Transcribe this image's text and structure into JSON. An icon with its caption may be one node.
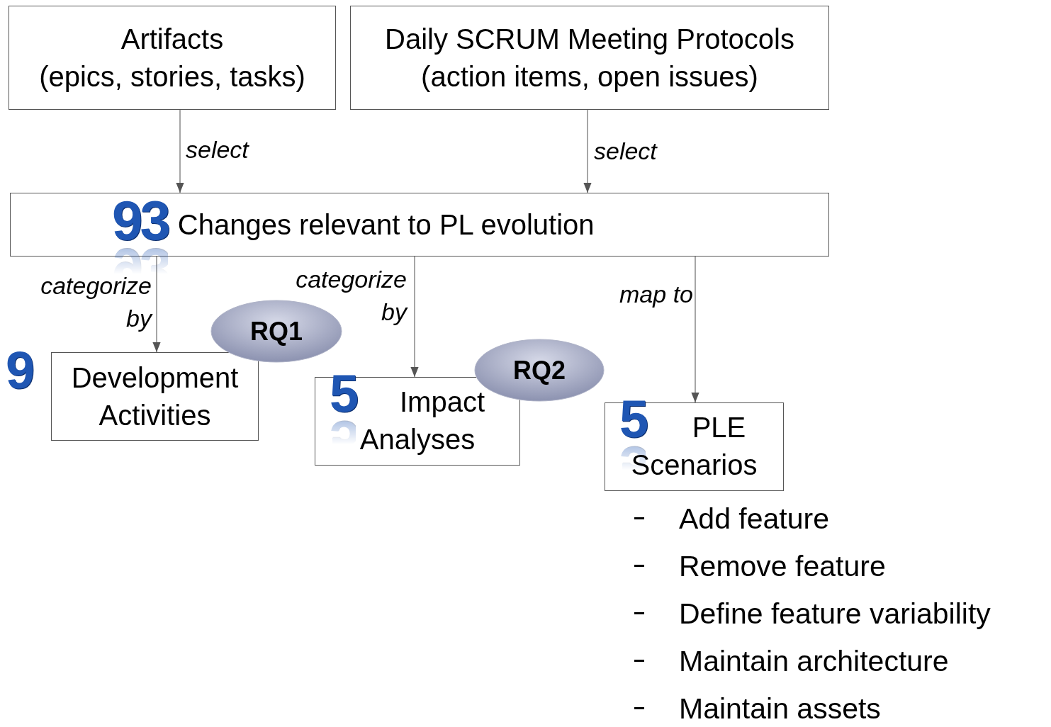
{
  "diagram": {
    "nodes": [
      {
        "text": [
          "Artifacts",
          "(epics, stories, tasks)"
        ]
      },
      {
        "text": [
          "Daily SCRUM Meeting Protocols",
          "(action items, open issues)"
        ]
      },
      {
        "text": [
          "93",
          "Changes relevant to PL evolution"
        ]
      },
      {
        "text": [
          "Development Activities"
        ],
        "beside": [
          "9"
        ]
      },
      {
        "text": [
          "RQ1"
        ]
      },
      {
        "text": [
          "5",
          "Impact Analyses"
        ]
      },
      {
        "text": [
          "RQ2"
        ]
      },
      {
        "text": [
          "5",
          "PLE Scenarios"
        ],
        "beside": [
          "Add feature",
          "Remove feature",
          "Define feature variability",
          "Maintain architecture",
          "Maintain assets"
        ]
      }
    ],
    "edges": [
      {
        "from": 0,
        "to": 2,
        "arrow": "to",
        "label": "select"
      },
      {
        "from": 1,
        "to": 2,
        "arrow": "to",
        "label": "select"
      },
      {
        "from": 2,
        "to": 3,
        "arrow": "to",
        "label": "categorize by"
      },
      {
        "from": 2,
        "to": 5,
        "arrow": "to",
        "label": "categorize by"
      },
      {
        "from": 2,
        "to": 7,
        "arrow": "to",
        "label": "map to"
      }
    ]
  }
}
